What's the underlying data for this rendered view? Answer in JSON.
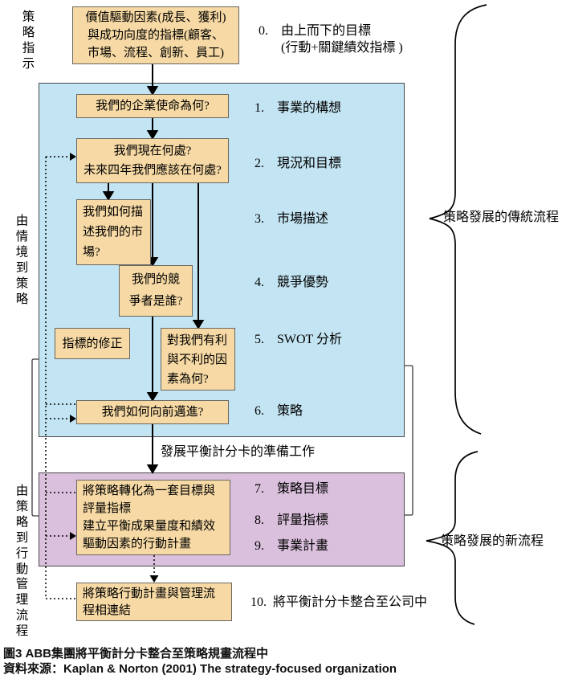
{
  "side_labels": {
    "strategy_direction": "策略指示",
    "situation_to_strategy": "由情境到策略",
    "strategy_to_action": "由策略到行動",
    "management_process": "管理流程"
  },
  "boxes": {
    "value_drivers": "價值驅動因素(成長、獲利)\n與成功向度的指標(顧客、\n市場、流程、創新、員工)",
    "mission": "我們的企業使命為何?",
    "current_position": "我們現在何處?\n未來四年我們應該在何處?",
    "market_description": "我們如何描\n述我們的市\n場?",
    "competitors": "我們的競\n爭者是誰?",
    "indicator_revision": "指標的修正",
    "swot_factors": "對我們有利\n與不利的因\n素為何?",
    "way_forward": "我們如何向前邁進?",
    "translate_strategy": "將策略轉化為一套目標與\n評量指標\n建立平衡成果量度和績效\n驅動因素的行動計畫",
    "link_management": "將策略行動計畫與管理流\n程相連結"
  },
  "steps": [
    {
      "num": "0.",
      "text": "由上而下的目標\n(行動+關鍵績效指標 )"
    },
    {
      "num": "1.",
      "text": "事業的構想"
    },
    {
      "num": "2.",
      "text": "現況和目標"
    },
    {
      "num": "3.",
      "text": "市場描述"
    },
    {
      "num": "4.",
      "text": "競爭優勢"
    },
    {
      "num": "5.",
      "text": "SWOT 分析"
    },
    {
      "num": "6.",
      "text": "策略"
    },
    {
      "num": "7.",
      "text": "策略目標"
    },
    {
      "num": "8.",
      "text": "評量指標"
    },
    {
      "num": "9.",
      "text": "事業計畫"
    },
    {
      "num": "10.",
      "text": "將平衡計分卡整合至公司中"
    }
  ],
  "annotations": {
    "prep_work": "發展平衡計分卡的準備工作",
    "traditional_process": "策略發展的傳統流程",
    "new_process": "策略發展的新流程"
  },
  "caption": {
    "figure_title": "圖3  ABB集團將平衡計分卡整合至策略規畫流程中",
    "source": "資料來源：Kaplan & Norton (2001) The strategy-focused organization"
  },
  "colors": {
    "box_fill": "#F6D9A4",
    "blue_section": "#C3E4F2",
    "purple_section": "#DAC0DC",
    "line": "#000000"
  }
}
